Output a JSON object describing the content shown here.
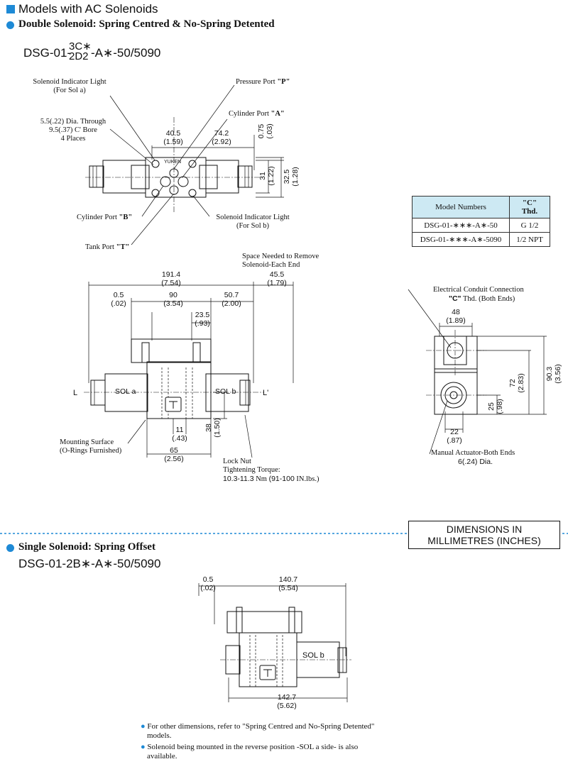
{
  "header": {
    "title": "Models with AC Solenoids"
  },
  "section1": {
    "title": "Double Solenoid: Spring Centred & No-Spring Detented",
    "model_prefix": "DSG-01-",
    "model_top": "3C∗",
    "model_bottom": "2D2",
    "model_suffix": "-A∗-50/5090"
  },
  "top_view": {
    "sol_light_a": "Solenoid Indicator Light",
    "sol_light_a2": "(For Sol a)",
    "pressure_port": "Pressure Port",
    "pressure_port_code": "\"P\"",
    "cylinder_port_a": "Cylinder Port",
    "cylinder_port_a_code": "\"A\"",
    "dia_through": "5.5(.22) Dia. Through",
    "cbore": "9.5(.37) C' Bore",
    "places": "4 Places",
    "cylinder_port_b": "Cylinder Port",
    "cylinder_port_b_code": "\"B\"",
    "sol_light_b": "Solenoid Indicator Light",
    "sol_light_b2": "(For Sol b)",
    "tank_port": "Tank Port",
    "tank_port_code": "\"T\"",
    "brand": "YUKEN",
    "d_40_5": "40.5",
    "d_40_5_in": "(1.59)",
    "d_74_2": "74.2",
    "d_74_2_in": "(2.92)",
    "d_0_75": "0.75",
    "d_0_75_in": "(.03)",
    "d_31": "31",
    "d_31_in": "(1.22)",
    "d_32_5": "32.5",
    "d_32_5_in": "(1.28)"
  },
  "model_table": {
    "headers": [
      "Model Numbers",
      "\"C\" Thd."
    ],
    "rows": [
      [
        "DSG-01-∗∗∗-A∗-50",
        "G 1/2"
      ],
      [
        "DSG-01-∗∗∗-A∗-5090",
        "1/2 NPT"
      ]
    ]
  },
  "front_view": {
    "space_needed": "Space Needed to Remove",
    "solenoid_each_end": "Solenoid-Each End",
    "d_45_5": "45.5",
    "d_45_5_in": "(1.79)",
    "d_191_4": "191.4",
    "d_191_4_in": "(7.54)",
    "d_0_5": "0.5",
    "d_0_5_in": "(.02)",
    "d_90": "90",
    "d_90_in": "(3.54)",
    "d_50_7": "50.7",
    "d_50_7_in": "(2.00)",
    "d_23_5": "23.5",
    "d_23_5_in": "(.93)",
    "sol_a": "SOL a",
    "sol_b": "SOL b",
    "L": "L",
    "L_prime": "L'",
    "d_11": "11",
    "d_11_in": "(.43)",
    "d_38": "38",
    "d_38_in": "(1.50)",
    "d_65": "65",
    "d_65_in": "(2.56)",
    "mounting_surface": "Mounting Surface",
    "o_rings": "(O-Rings Furnished)",
    "lock_nut": "Lock Nut",
    "tightening": "Tightening Torque:",
    "torque_nm": "10.3-11.3",
    "torque_unit": "Nm",
    "torque_lbs": "(91-100",
    "torque_lbs_unit": "IN.lbs.)"
  },
  "side_view": {
    "conduit": "Electrical Conduit Connection",
    "c_thd": "\"C\"",
    "c_thd2": "Thd. (Both Ends)",
    "d_48": "48",
    "d_48_in": "(1.89)",
    "d_72": "72",
    "d_72_in": "(2.83)",
    "d_90_3": "90.3",
    "d_90_3_in": "(3.56)",
    "d_25": "25",
    "d_25_in": "(.98)",
    "d_22": "22",
    "d_22_in": "(.87)",
    "manual_actuator": "Manual Actuator-Both Ends",
    "dia": "6(.24) Dia."
  },
  "units_box": {
    "line1": "DIMENSIONS IN",
    "line2": "MILLIMETRES (INCHES)"
  },
  "section2": {
    "title": "Single Solenoid: Spring Offset",
    "model": "DSG-01-2B∗-A∗-50/5090",
    "d_0_5": "0.5",
    "d_0_5_in": "(.02)",
    "d_140_7": "140.7",
    "d_140_7_in": "(5.54)",
    "sol_b": "SOL b",
    "d_142_7": "142.7",
    "d_142_7_in": "(5.62)"
  },
  "notes": [
    "For other dimensions, refer to \"Spring Centred and No-Spring Detented\"",
    "models.",
    "Solenoid being mounted in the reverse position -SOL a side- is also",
    "available."
  ],
  "colors": {
    "accent": "#1e8ad6",
    "table_header": "#cde9f3"
  }
}
